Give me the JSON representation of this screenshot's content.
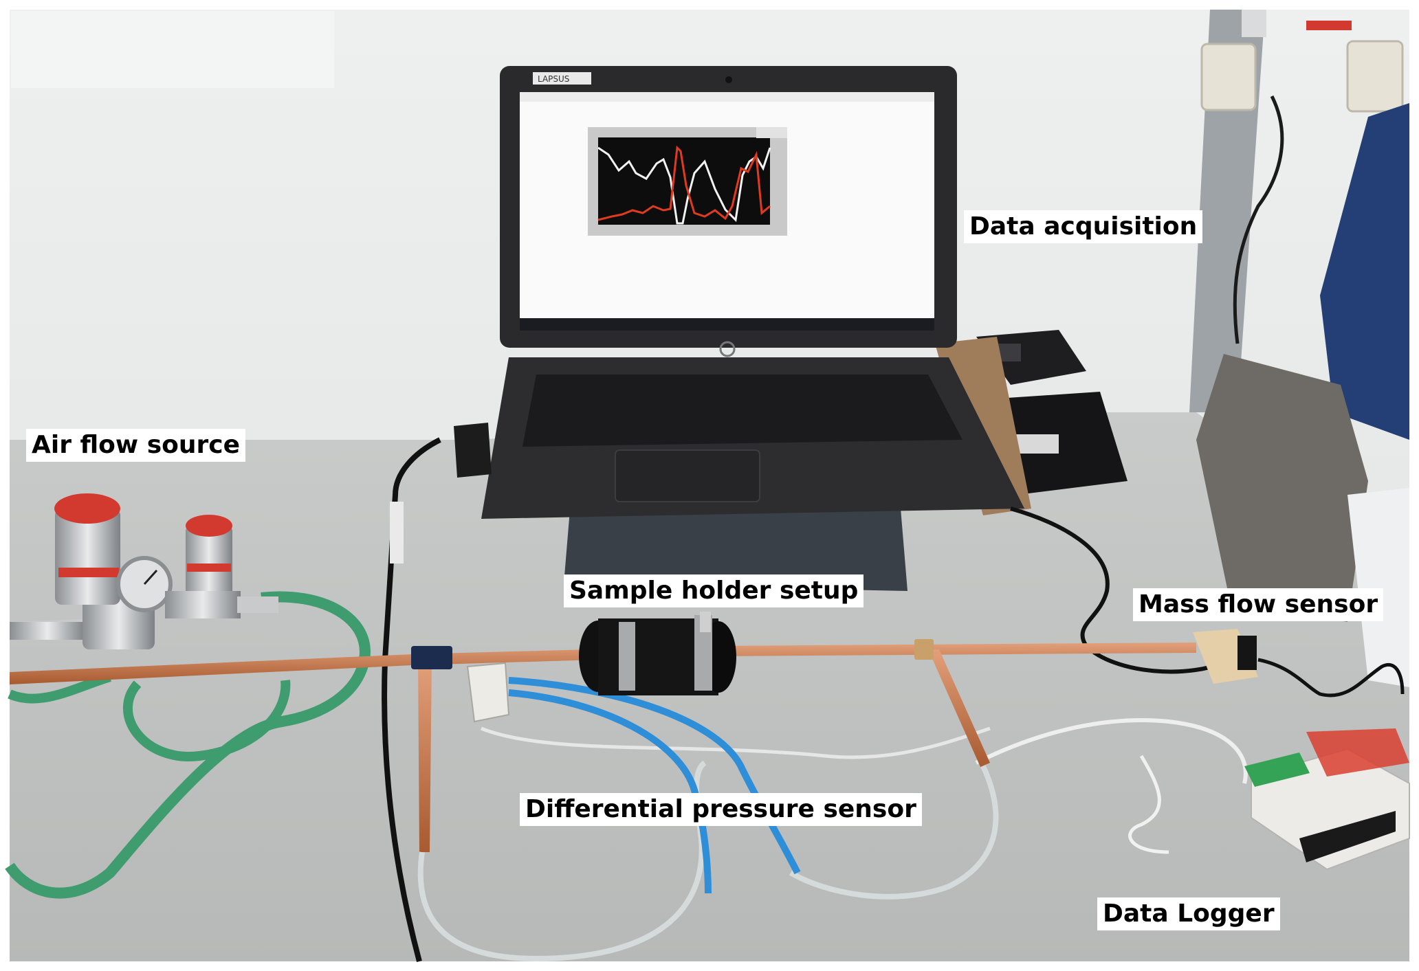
{
  "labels": {
    "air_flow_source": "Air flow source",
    "data_acquisition": "Data acquisition",
    "sample_holder_setup": "Sample holder setup",
    "mass_flow_sensor": "Mass flow sensor",
    "differential_pressure_sensor": "Differential pressure sensor",
    "data_logger": "Data Logger"
  },
  "laptop_screen": {
    "brand_sticker": "LAPSUS",
    "chart": {
      "type": "line",
      "series": [
        {
          "name": "",
          "color": "#f2f2f2"
        },
        {
          "name": "",
          "color": "#e03b1f"
        }
      ]
    }
  },
  "colors": {
    "wall": "#e9eaea",
    "bench": "#c3c4c3",
    "copper": "#c07040",
    "blue_tube": "#2f8ed8",
    "green_hose": "#3f9c6e",
    "laptop": "#2b2b2e"
  }
}
